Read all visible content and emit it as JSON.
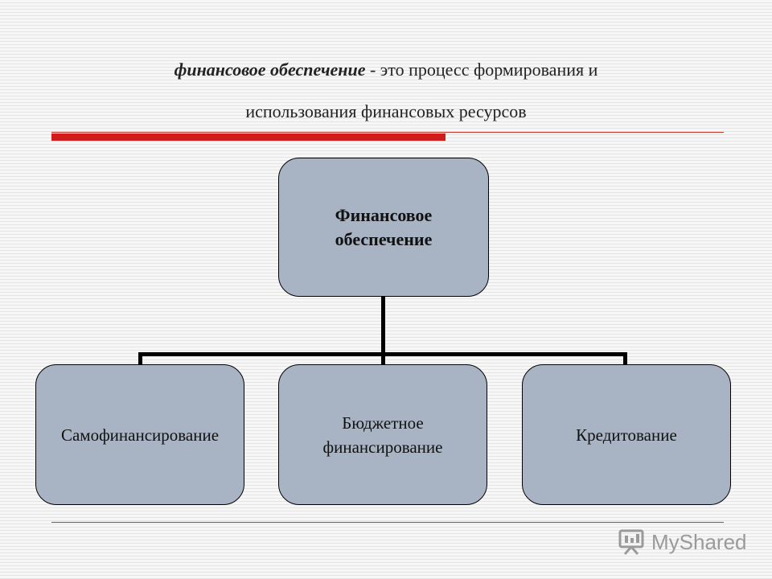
{
  "definition": {
    "term": "финансовое обеспечение",
    "rest_line1": " - это процесс формирования и",
    "line2": "использования финансовых ресурсов"
  },
  "diagram": {
    "root": {
      "label_line1": "Финансовое",
      "label_line2": "обеспечение"
    },
    "children": [
      {
        "label": "Самофинансирование"
      },
      {
        "label_line1": "Бюджетное",
        "label_line2": "финансирование"
      },
      {
        "label": "Кредитование"
      }
    ]
  },
  "watermark": {
    "text": "MyShared",
    "icon": "presentation-logo-icon"
  },
  "colors": {
    "box_fill": "#a8b4c3",
    "accent_red": "#d11a1a",
    "connector": "#000000"
  }
}
